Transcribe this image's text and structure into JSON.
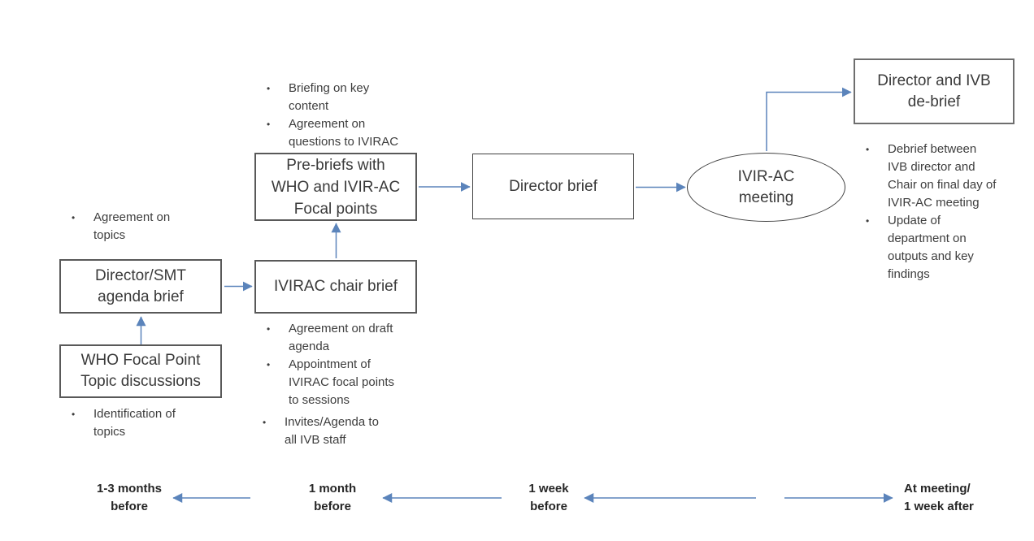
{
  "colors": {
    "arrow": "#5b84bb",
    "border_gray": "#595959",
    "border_dark": "#3f3f3f",
    "text": "#3a3a3a",
    "note_text": "#3d3d3d",
    "timeline_text": "#262626"
  },
  "bullet": "•",
  "nodes": {
    "who_topics": "WHO Focal Point\nTopic discussions",
    "director_smt": "Director/SMT\nagenda brief",
    "ivirac_chair": "IVIRAC chair brief",
    "pre_briefs": "Pre-briefs with\nWHO and IVIR-AC\nFocal points",
    "director_brief": "Director brief",
    "meeting": "IVIR-AC\nmeeting",
    "debrief": "Director and IVB\nde-brief"
  },
  "notes": {
    "agreement_topics": [
      "Agreement on\ntopics"
    ],
    "identification": [
      "Identification of\ntopics"
    ],
    "briefing": [
      "Briefing on key\ncontent",
      "Agreement on\nquestions to IVIRAC"
    ],
    "chair": [
      "Agreement on draft\nagenda",
      "Appointment of\nIVIRAC focal points\nto sessions"
    ],
    "invites": [
      "Invites/Agenda to\nall IVB staff"
    ],
    "debrief": [
      "Debrief between\nIVB director and\nChair on final day of\nIVIR-AC meeting",
      "Update of\ndepartment on\noutputs and key\nfindings"
    ]
  },
  "timeline": [
    "1-3 months\nbefore",
    "1 month\nbefore",
    "1 week\nbefore",
    "At meeting/\n1 week after"
  ]
}
